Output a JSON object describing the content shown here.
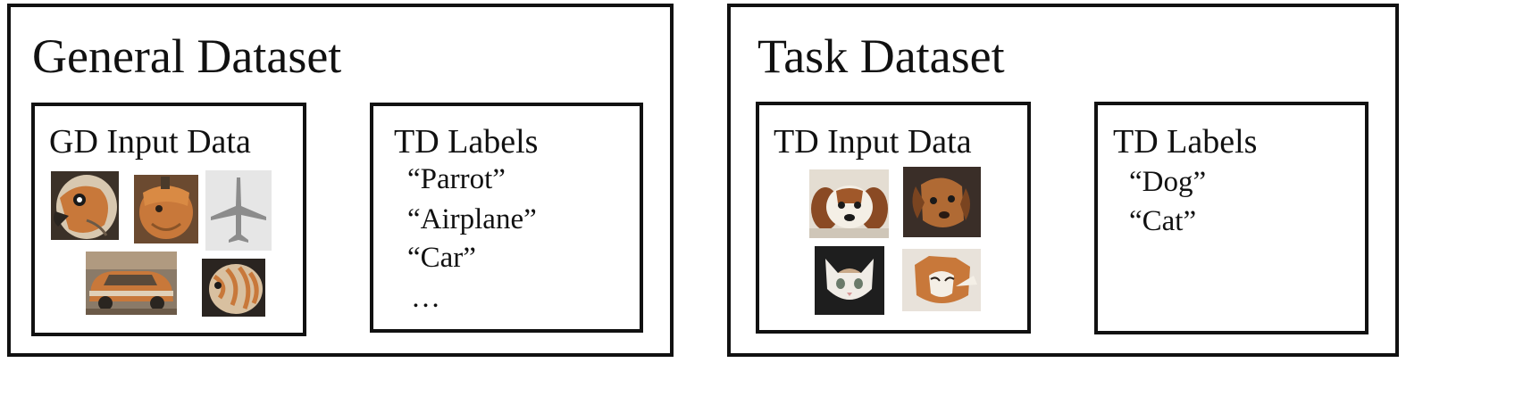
{
  "general_dataset": {
    "title": "General Dataset",
    "input_box": {
      "title": "GD Input Data",
      "images": [
        "parrot-image",
        "orange-bird-image",
        "airplane-image",
        "car-image",
        "fish-image"
      ]
    },
    "labels_box": {
      "title": "TD Labels",
      "items": [
        "“Parrot”",
        "“Airplane”",
        "“Car”",
        "…"
      ]
    }
  },
  "task_dataset": {
    "title": "Task Dataset",
    "input_box": {
      "title": "TD Input Data",
      "images": [
        "dog-image-1",
        "dog-image-2",
        "cat-image-1",
        "cat-image-2"
      ]
    },
    "labels_box": {
      "title": "TD Labels",
      "items": [
        "“Dog”",
        "“Cat”"
      ]
    }
  },
  "colors": {
    "border": "#111111",
    "accent_orange": "#c8783a"
  }
}
